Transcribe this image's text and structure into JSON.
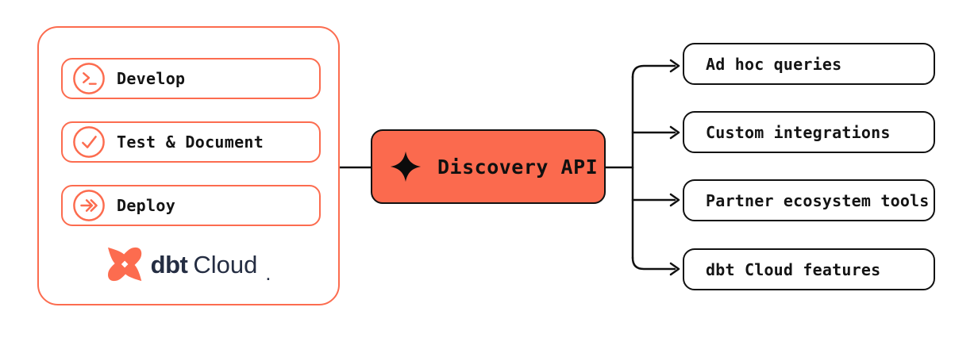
{
  "diagram": {
    "left_panel": {
      "items": [
        {
          "label": "Develop",
          "icon": "terminal-prompt-icon"
        },
        {
          "label": "Test & Document",
          "icon": "check-circle-icon"
        },
        {
          "label": "Deploy",
          "icon": "fast-forward-icon"
        }
      ],
      "logo": {
        "bold": "dbt",
        "regular": "Cloud",
        "mark": "."
      }
    },
    "hub": {
      "label": "Discovery API",
      "icon": "sparkle-icon"
    },
    "outputs": [
      {
        "label": "Ad hoc queries"
      },
      {
        "label": "Custom integrations"
      },
      {
        "label": "Partner ecosystem tools"
      },
      {
        "label": "dbt Cloud features"
      }
    ],
    "colors": {
      "accent_orange": "#FC6C4F",
      "hub_fill": "#FB6A4E",
      "line_black": "#111111",
      "logo_navy": "#242D42",
      "background": "#FFFFFF"
    }
  }
}
